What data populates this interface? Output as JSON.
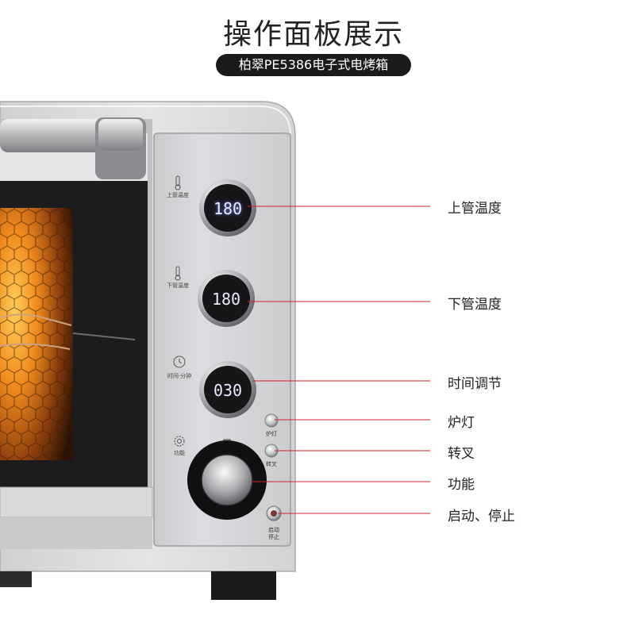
{
  "title": "操作面板展示",
  "subtitle": "柏翠PE5386电子式电烤箱",
  "knobs": [
    {
      "display": "180",
      "icon_label": "上管温度"
    },
    {
      "display": "180",
      "icon_label": "下管温度"
    },
    {
      "display": "030",
      "icon_label": "时间·分钟"
    }
  ],
  "small_buttons": {
    "lamp": "炉灯",
    "rotisserie": "转叉",
    "function": "功能",
    "start_stop": "启动\n停止"
  },
  "callouts": [
    {
      "label": "上管温度"
    },
    {
      "label": "下管温度"
    },
    {
      "label": "时间调节"
    },
    {
      "label": "炉灯"
    },
    {
      "label": "转叉"
    },
    {
      "label": "功能"
    },
    {
      "label": "启动、停止"
    }
  ],
  "colors": {
    "callout_line": "#c8262c",
    "display_digits": "#e8eaff",
    "display_glow": "#6f7dff"
  }
}
